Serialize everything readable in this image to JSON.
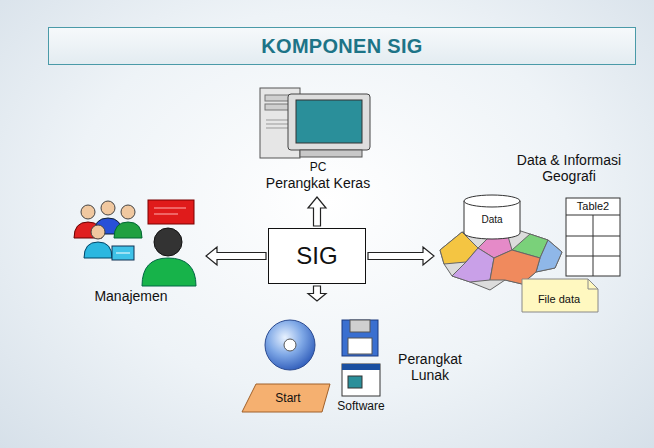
{
  "diagram": {
    "title": "KOMPONEN SIG",
    "nodes": [
      {
        "text": [
          "PC",
          "Perangkat Keras"
        ]
      },
      {
        "text": [
          "Manajemen"
        ]
      },
      {
        "text": [
          "SIG"
        ]
      },
      {
        "text": [
          "Data & Informasi Geografi"
        ]
      },
      {
        "text": [
          "Perangkat Lunak"
        ]
      }
    ],
    "edges": [
      {
        "from": 2,
        "to": 0,
        "arrow": "to"
      },
      {
        "from": 2,
        "to": 1,
        "arrow": "to"
      },
      {
        "from": 2,
        "to": 3,
        "arrow": "to"
      },
      {
        "from": 2,
        "to": 4,
        "arrow": "to"
      }
    ],
    "labels": [
      "Data",
      "Table2",
      "File data",
      "Start",
      "Software"
    ]
  }
}
